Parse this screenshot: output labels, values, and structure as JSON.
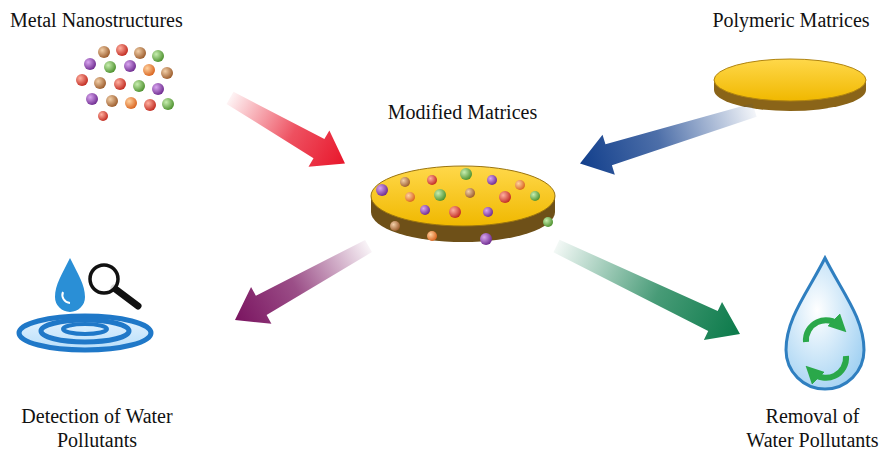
{
  "diagram": {
    "nodes": [
      {
        "text": [
          "Metal Nanostructures"
        ]
      },
      {
        "text": [
          "Polymeric Matrices"
        ]
      },
      {
        "text": [
          "Modified Matrices"
        ]
      },
      {
        "text": [
          "Detection of Water Pollutants"
        ]
      },
      {
        "text": [
          "Removal of Water Pollutants"
        ]
      }
    ],
    "edges": [
      {
        "from": 0,
        "to": 2,
        "arrow": "to"
      },
      {
        "from": 1,
        "to": 2,
        "arrow": "to"
      },
      {
        "from": 2,
        "to": 3,
        "arrow": "to"
      },
      {
        "from": 2,
        "to": 4,
        "arrow": "to"
      }
    ]
  }
}
